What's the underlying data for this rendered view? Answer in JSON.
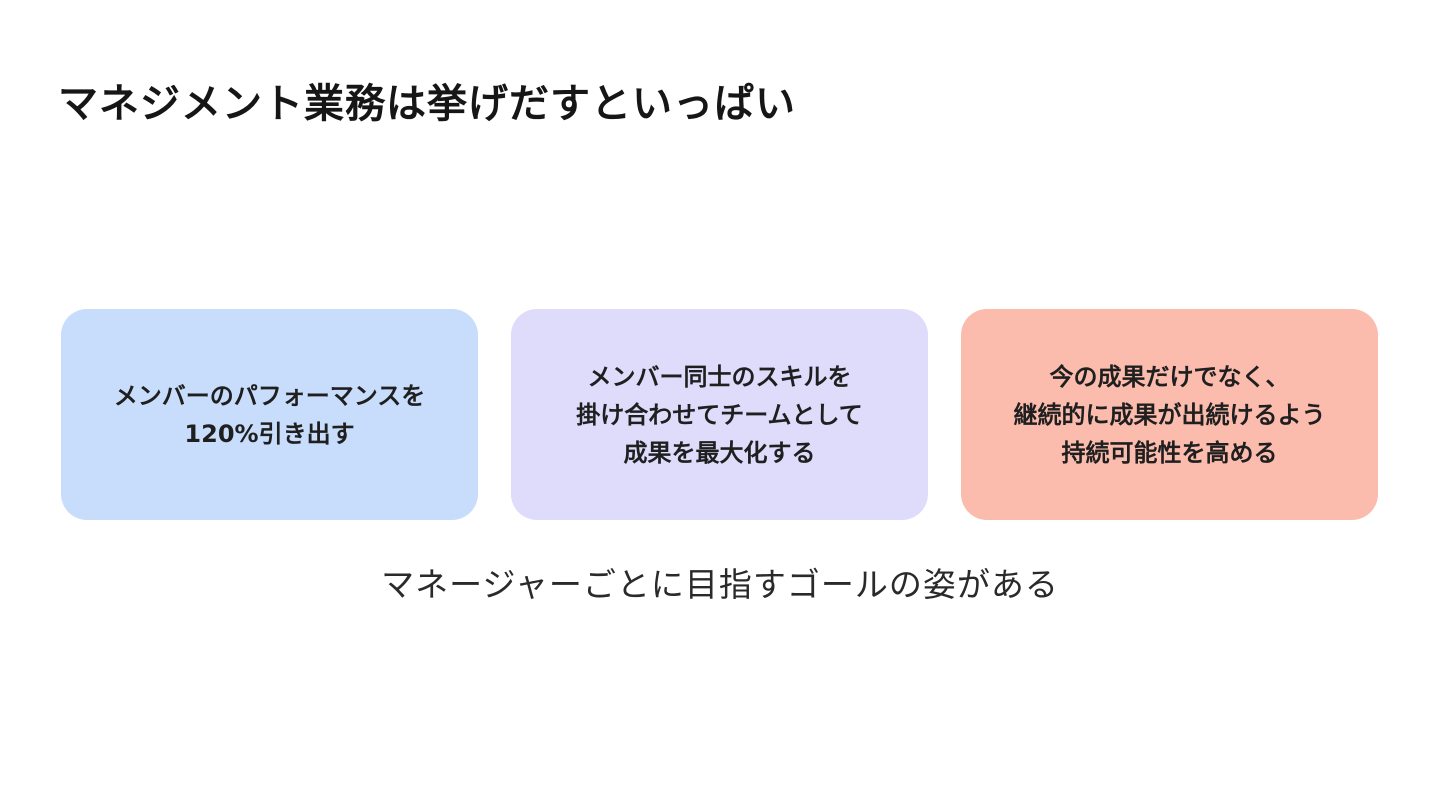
{
  "slide": {
    "title": "マネジメント業務は挙げだすといっぱい",
    "cards": [
      {
        "text": "メンバーのパフォーマンスを\n120%引き出す",
        "color": "#c8dcfb"
      },
      {
        "text": "メンバー同士のスキルを\n掛け合わせてチームとして\n成果を最大化する",
        "color": "#dedbfb"
      },
      {
        "text": "今の成果だけでなく、\n継続的に成果が出続けるよう\n持続可能性を高める",
        "color": "#fbbcae"
      }
    ],
    "caption": "マネージャーごとに目指すゴールの姿がある"
  }
}
